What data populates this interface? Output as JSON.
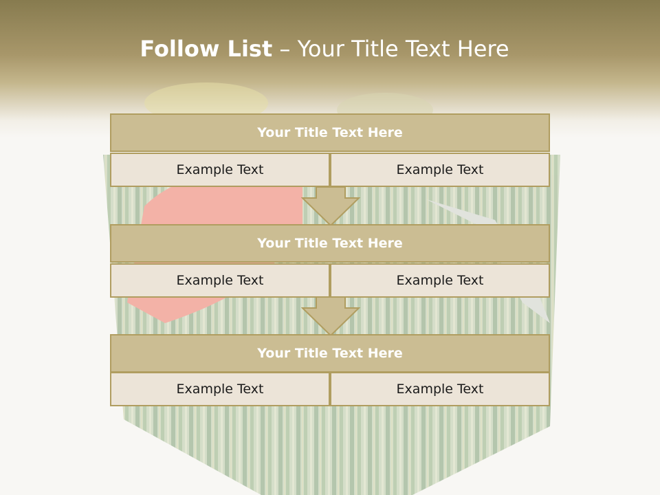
{
  "slide": {
    "title_bold": "Follow List",
    "title_rest": " – Your Title Text Here"
  },
  "blocks": [
    {
      "title": "Your Title Text Here",
      "left": "Example Text",
      "right": "Example Text"
    },
    {
      "title": "Your Title Text Here",
      "left": "Example Text",
      "right": "Example Text"
    },
    {
      "title": "Your Title Text Here",
      "left": "Example Text",
      "right": "Example Text"
    }
  ],
  "colors": {
    "header_dark": "#877b4f",
    "block_title_fill": "#cbbd93",
    "block_border": "#b09d60",
    "cell_fill": "#ece4d8",
    "arrow_fill": "#cbbd93"
  }
}
